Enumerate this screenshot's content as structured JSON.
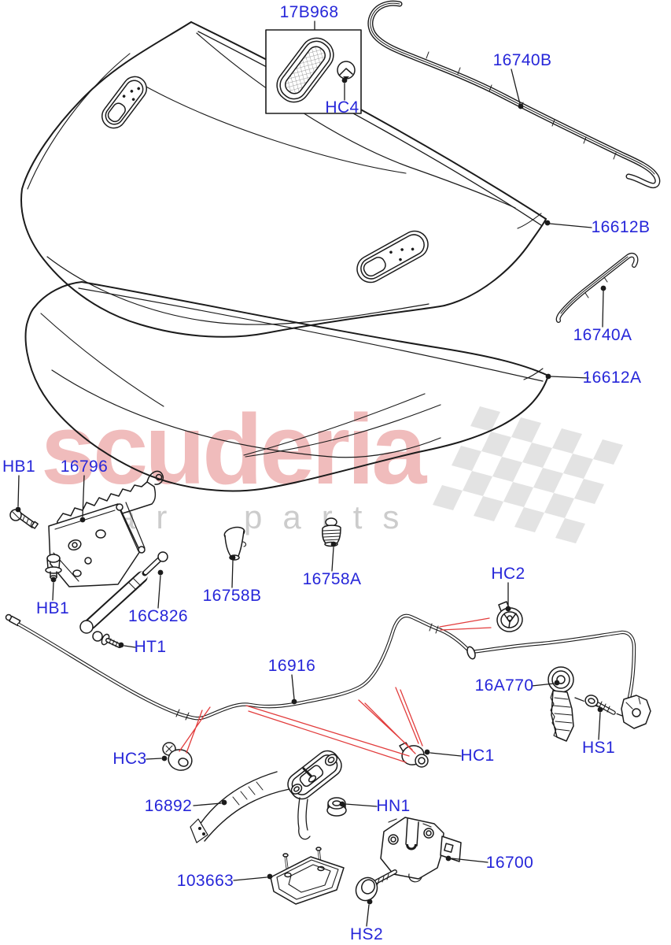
{
  "watermark": {
    "brand_text": "scuderia",
    "tagline_text": "car parts",
    "brand_color": "#f0bcbc",
    "tagline_color": "#cccccc",
    "flag_color": "#dcdcdc"
  },
  "diagram": {
    "callout_color": "#2626d9",
    "line_color": "#1b1b1b",
    "pointer_color": "#e23d3d",
    "callouts": {
      "c17B968": "17B968",
      "cHC4": "HC4",
      "c16740B": "16740B",
      "c16612B": "16612B",
      "c16740A": "16740A",
      "c16612A": "16612A",
      "cHB1_upper": "HB1",
      "c16796": "16796",
      "cHB1_lower": "HB1",
      "c16C826": "16C826",
      "cHT1": "HT1",
      "c16758B": "16758B",
      "c16758A": "16758A",
      "cHC2": "HC2",
      "c16916": "16916",
      "c16A770": "16A770",
      "cHS1": "HS1",
      "cHC1": "HC1",
      "cHC3": "HC3",
      "c16892": "16892",
      "cHN1": "HN1",
      "c103663": "103663",
      "c16700": "16700",
      "cHS2": "HS2"
    }
  }
}
